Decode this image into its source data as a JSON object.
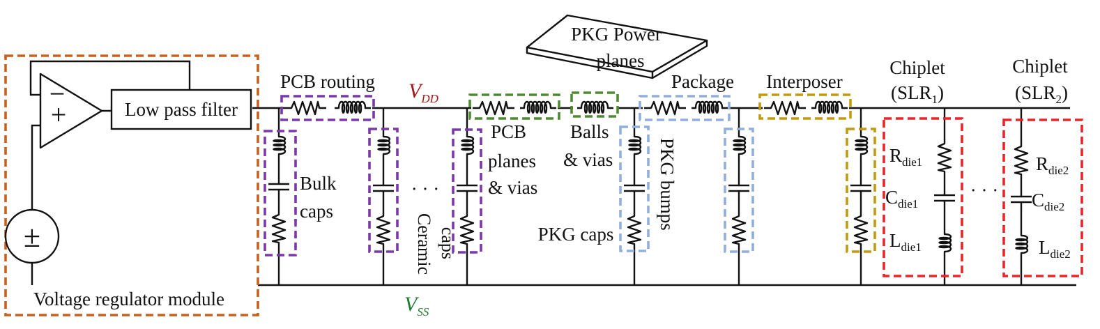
{
  "rails": {
    "vdd": {
      "main": "V",
      "sub": "DD",
      "color": "#a01818"
    },
    "vss": {
      "main": "V",
      "sub": "SS",
      "color": "#1e7a2e"
    }
  },
  "vrm": {
    "title": "Voltage regulator module",
    "filter_label": "Low pass filter",
    "minus_sign": "−",
    "plus_sign": "+",
    "source_symbol": "±",
    "color": "#c8601e"
  },
  "stages": {
    "pcb_routing": {
      "label": "PCB routing",
      "color": "#7b38a8"
    },
    "bulk_caps": {
      "label_line1": "Bulk",
      "label_line2": "caps",
      "color": "#7b38a8"
    },
    "ceramic_caps": {
      "label_line1": "Ceramic",
      "label_line2": "caps",
      "color": "#7b38a8"
    },
    "ellipsis_caps": "· · ·",
    "pcb_planes": {
      "label_line1": "PCB",
      "label_line2": "planes",
      "label_line3": "& vias",
      "color": "#4e8a32"
    },
    "balls": {
      "label_line1": "Balls",
      "label_line2": "& vias",
      "color": "#4e8a32"
    },
    "pkg_power_planes": {
      "label_line1": "PKG Power",
      "label_line2": "planes"
    },
    "package": {
      "label": "Package",
      "color": "#92aedc"
    },
    "pkg_caps": {
      "label": "PKG caps",
      "color": "#92aedc"
    },
    "pkg_bumps": {
      "label": "PKG bumps",
      "color": "#92aedc"
    },
    "interposer": {
      "label": "Interposer",
      "color": "#c29a10"
    }
  },
  "chiplets": [
    {
      "title_line1": "Chiplet",
      "title_line2_prefix": "(SLR",
      "title_sub": "1",
      "title_line2_suffix": ")",
      "r_main": "R",
      "r_sub": "die1",
      "c_main": "C",
      "c_sub": "die1",
      "l_main": "L",
      "l_sub": "die1",
      "color": "#e8262a"
    },
    {
      "title_line1": "Chiplet",
      "title_line2_prefix": "(SLR",
      "title_sub": "2",
      "title_line2_suffix": ")",
      "r_main": "R",
      "r_sub": "die2",
      "c_main": "C",
      "c_sub": "die2",
      "l_main": "L",
      "l_sub": "die2",
      "color": "#e8262a"
    }
  ],
  "ellipsis_chiplets": "· · ·"
}
